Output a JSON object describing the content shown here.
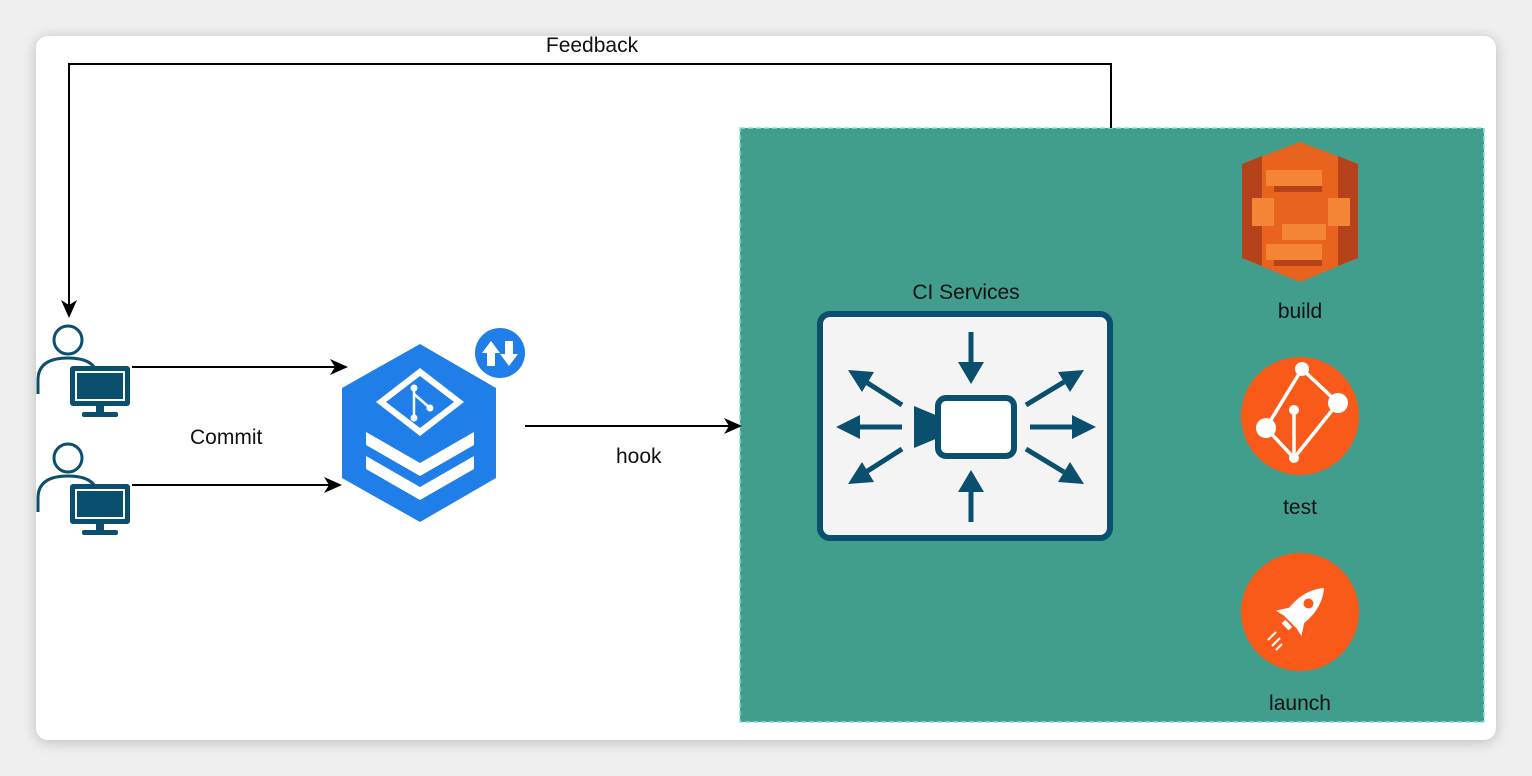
{
  "labels": {
    "feedback": "Feedback",
    "commit": "Commit",
    "hook": "hook",
    "ci_services": "CI Services",
    "build": "build",
    "test": "test",
    "launch": "launch"
  },
  "colors": {
    "ci_panel": "#429e8c",
    "ci_panel_border": "#7fe3e0",
    "ci_icon": "#0a4f6e",
    "repo_blue": "#1f7ee8",
    "build_orange": "#e8641e",
    "test_orange": "#fa5a19",
    "launch_orange": "#fa5a19",
    "user_icon": "#0a4f6e"
  },
  "icons": {
    "developer": "user-computer-icon",
    "repository": "git-repository-icon",
    "sync": "sync-badge-icon",
    "ci": "ci-services-icon",
    "build": "aws-codebuild-icon",
    "test": "test-graph-icon",
    "launch": "rocket-icon"
  }
}
